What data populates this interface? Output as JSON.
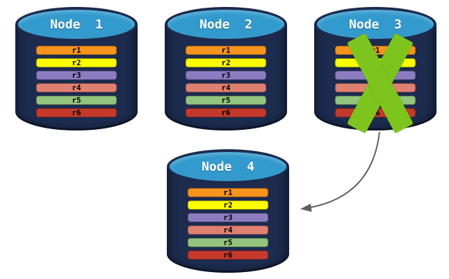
{
  "diagram": {
    "type": "database-replication-failover-diagram",
    "colors": {
      "background": "#ffffff",
      "cylinder_body": "#1c2b4e",
      "cylinder_top": "#339acd",
      "node_title_text": "#ffffff",
      "record_text": "#000000",
      "failure_x": "#7dc41e",
      "arrow": "#5f5f5f"
    },
    "nodes": [
      {
        "title": "Node  1",
        "failed": false,
        "records": [
          {
            "label": "r1",
            "color": "#f7941d"
          },
          {
            "label": "r2",
            "color": "#fdfd00"
          },
          {
            "label": "r3",
            "color": "#8e7cc3"
          },
          {
            "label": "r4",
            "color": "#e08070"
          },
          {
            "label": "r5",
            "color": "#93c47d"
          },
          {
            "label": "r6",
            "color": "#c5392b"
          }
        ]
      },
      {
        "title": "Node  2",
        "failed": false,
        "records": [
          {
            "label": "r1",
            "color": "#f7941d"
          },
          {
            "label": "r2",
            "color": "#fdfd00"
          },
          {
            "label": "r3",
            "color": "#8e7cc3"
          },
          {
            "label": "r4",
            "color": "#e08070"
          },
          {
            "label": "r5",
            "color": "#93c47d"
          },
          {
            "label": "r6",
            "color": "#c5392b"
          }
        ]
      },
      {
        "title": "Node  3",
        "failed": true,
        "records": [
          {
            "label": "r1",
            "color": "#f7941d"
          },
          {
            "label": "r2",
            "color": "#fdfd00"
          },
          {
            "label": "r3",
            "color": "#8e7cc3"
          },
          {
            "label": "r4",
            "color": "#e08070"
          },
          {
            "label": "r5",
            "color": "#93c47d"
          },
          {
            "label": "r6",
            "color": "#c5392b"
          }
        ]
      },
      {
        "title": "Node  4",
        "failed": false,
        "records": [
          {
            "label": "r1",
            "color": "#f7941d"
          },
          {
            "label": "r2",
            "color": "#fdfd00"
          },
          {
            "label": "r3",
            "color": "#8e7cc3"
          },
          {
            "label": "r4",
            "color": "#e08070"
          },
          {
            "label": "r5",
            "color": "#93c47d"
          },
          {
            "label": "r6",
            "color": "#c5392b"
          }
        ]
      }
    ],
    "arrow": {
      "color": "#5f5f5f",
      "from": "Node  3",
      "to": "Node  4"
    }
  }
}
